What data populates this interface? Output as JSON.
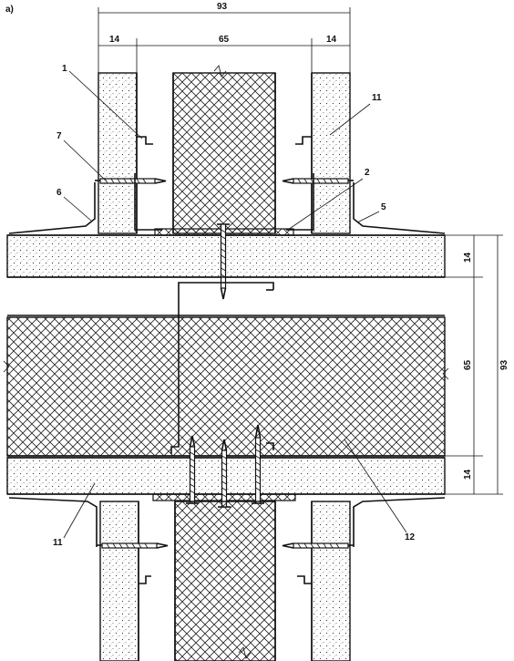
{
  "figure": {
    "panel_letter": "a)",
    "top_dimensions": {
      "overall": "93",
      "left_wood": "14",
      "insulation": "65",
      "right_wood": "14"
    },
    "right_dimensions": {
      "top_wood": "14",
      "insulation": "65",
      "bottom_wood": "14",
      "overall": "93"
    },
    "callouts": [
      {
        "id": "c1",
        "text": "1"
      },
      {
        "id": "c7",
        "text": "7"
      },
      {
        "id": "c6",
        "text": "6"
      },
      {
        "id": "c2",
        "text": "2"
      },
      {
        "id": "c11a",
        "text": "11"
      },
      {
        "id": "c5",
        "text": "5"
      },
      {
        "id": "c11b",
        "text": "11"
      },
      {
        "id": "c12",
        "text": "12"
      }
    ]
  }
}
